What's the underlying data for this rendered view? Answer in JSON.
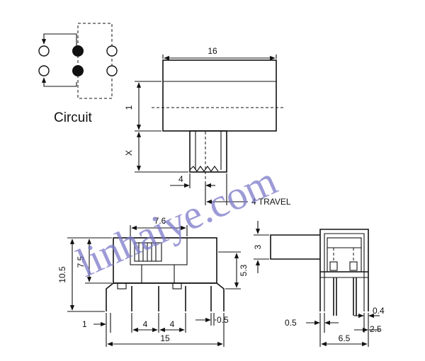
{
  "circuit": {
    "label": "Circuit"
  },
  "top_view": {
    "width_dim": "16",
    "height_dim": "1",
    "x_dim": "X",
    "actuator_width_dim": "4",
    "travel_label": "4 TRAVEL"
  },
  "front_view": {
    "dim_7_6": "7.6",
    "dim_10_5": "10.5",
    "dim_7_5": "7.5",
    "dim_5_3": "5.3",
    "dim_1": "1",
    "dim_4a": "4",
    "dim_4b": "4",
    "dim_0_5": "0.5",
    "dim_15": "15"
  },
  "side_view": {
    "dim_3": "3",
    "dim_0_5": "0.5",
    "dim_0_4": "0.4",
    "dim_2_5": "2.5",
    "dim_6_5": "6.5"
  },
  "watermark": {
    "text": "linhaiye.com"
  }
}
